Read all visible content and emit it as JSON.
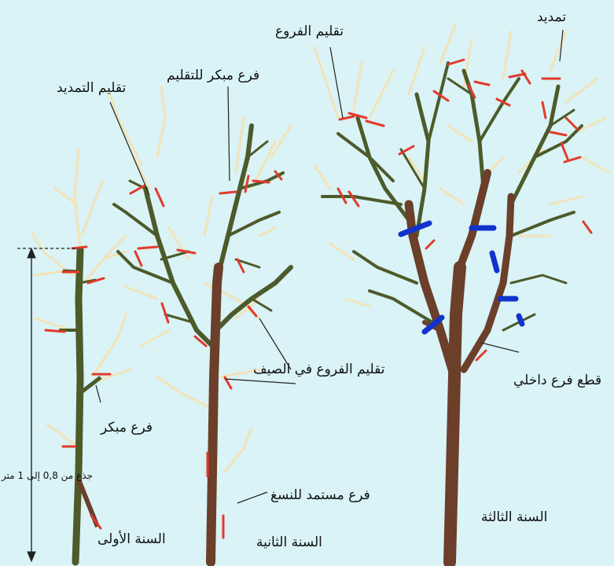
{
  "colors": {
    "background": "#d9f3f6",
    "trunk": "#6b3f2a",
    "young_shoot": "#f3e3b8",
    "old_branch": "#4d5a2a",
    "summer_cut": "#e23a2c",
    "winter_cut": "#1133cc"
  },
  "labels": {
    "extension": "تمديد",
    "branch_pruning": "تقليم الفروع",
    "early_branch_for_pruning": "فرع مبكر للتقليم",
    "extension_pruning": "تقليم التمديد",
    "summer_branch_pruning": "تقليم الفروع في الصيف",
    "inner_branch_cut": "قطع فرع داخلي",
    "early_branch": "فرع مبكر",
    "trunk_height": "جذع من 0,8 إلى 1 متر",
    "permanent_branch": "فرع مستمد للنسغ",
    "year_one": "السنة الأولى",
    "year_two": "السنة الثانية",
    "year_three": "السنة الثالثة"
  }
}
